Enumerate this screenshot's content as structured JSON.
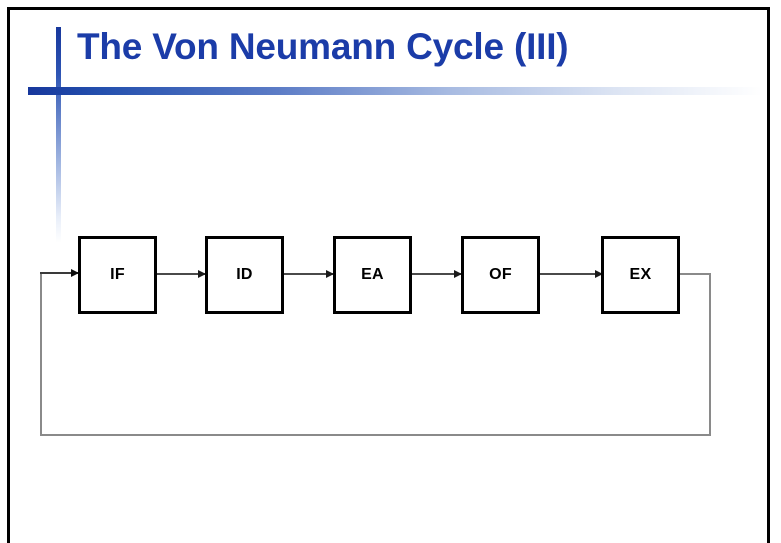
{
  "slide": {
    "title": "The Von Neumann Cycle (III)",
    "background_color": "#FFFFFF",
    "border_color": "#000000",
    "title_color": "#1B3CA8",
    "accent_color": "#17379C"
  },
  "diagram": {
    "type": "flow-cycle",
    "description": "Linear pipeline of five instruction-cycle stages with a feedback loop returning from the last stage to the first.",
    "stages": [
      {
        "id": "if",
        "label": "IF"
      },
      {
        "id": "id",
        "label": "ID"
      },
      {
        "id": "ea",
        "label": "EA"
      },
      {
        "id": "of",
        "label": "OF"
      },
      {
        "id": "ex",
        "label": "EX"
      }
    ],
    "connections": [
      {
        "from": "IF",
        "to": "ID"
      },
      {
        "from": "ID",
        "to": "EA"
      },
      {
        "from": "EA",
        "to": "OF"
      },
      {
        "from": "OF",
        "to": "EX"
      },
      {
        "from": "EX",
        "to": "IF"
      }
    ],
    "box_border_color": "#000000",
    "arrow_color": "#4A4A4A",
    "loop_color": "#8A8A8A"
  }
}
